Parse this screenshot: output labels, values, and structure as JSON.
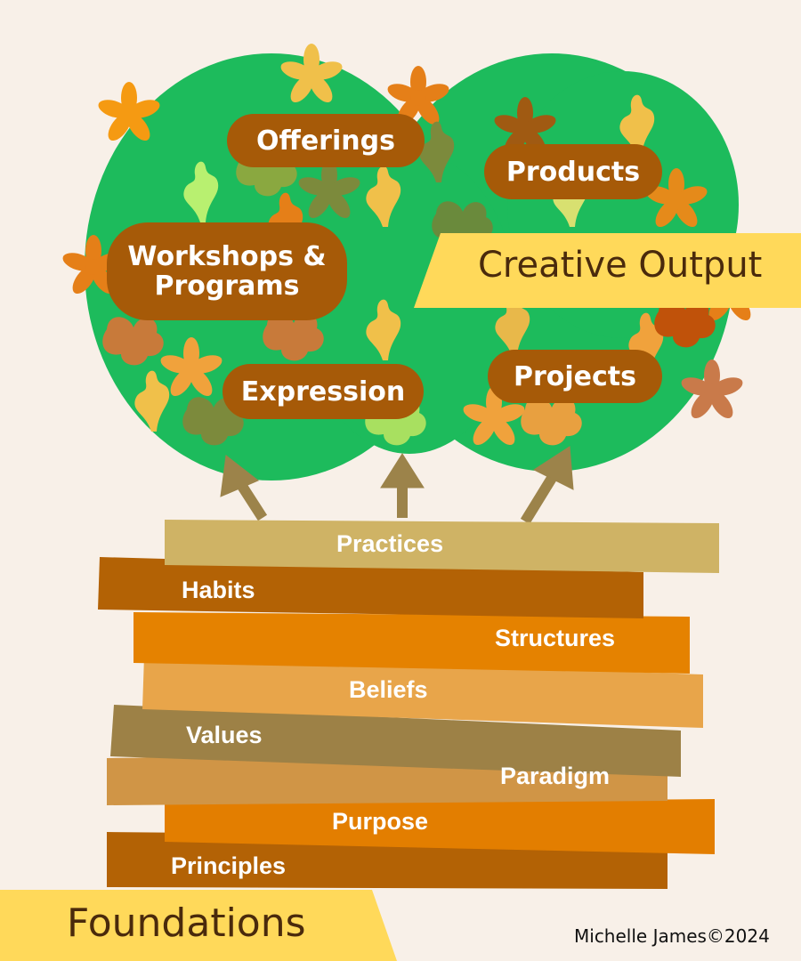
{
  "output_banner": "Creative Output",
  "foundations_banner": "Foundations",
  "outputs": {
    "offerings": "Offerings",
    "products": "Products",
    "workshops": "Workshops & Programs",
    "expression": "Expression",
    "projects": "Projects"
  },
  "planks": {
    "practices": "Practices",
    "habits": "Habits",
    "structures": "Structures",
    "beliefs": "Beliefs",
    "values": "Values",
    "paradigm": "Paradigm",
    "purpose": "Purpose",
    "principles": "Principles"
  },
  "credit": "Michelle James©2024",
  "colors": {
    "background": "#f8f0e8",
    "canopy_green": "#1dbb5c",
    "pill_brown": "#a65a08",
    "banner_yellow": "#ffd95a",
    "arrow": "#9c834a"
  }
}
